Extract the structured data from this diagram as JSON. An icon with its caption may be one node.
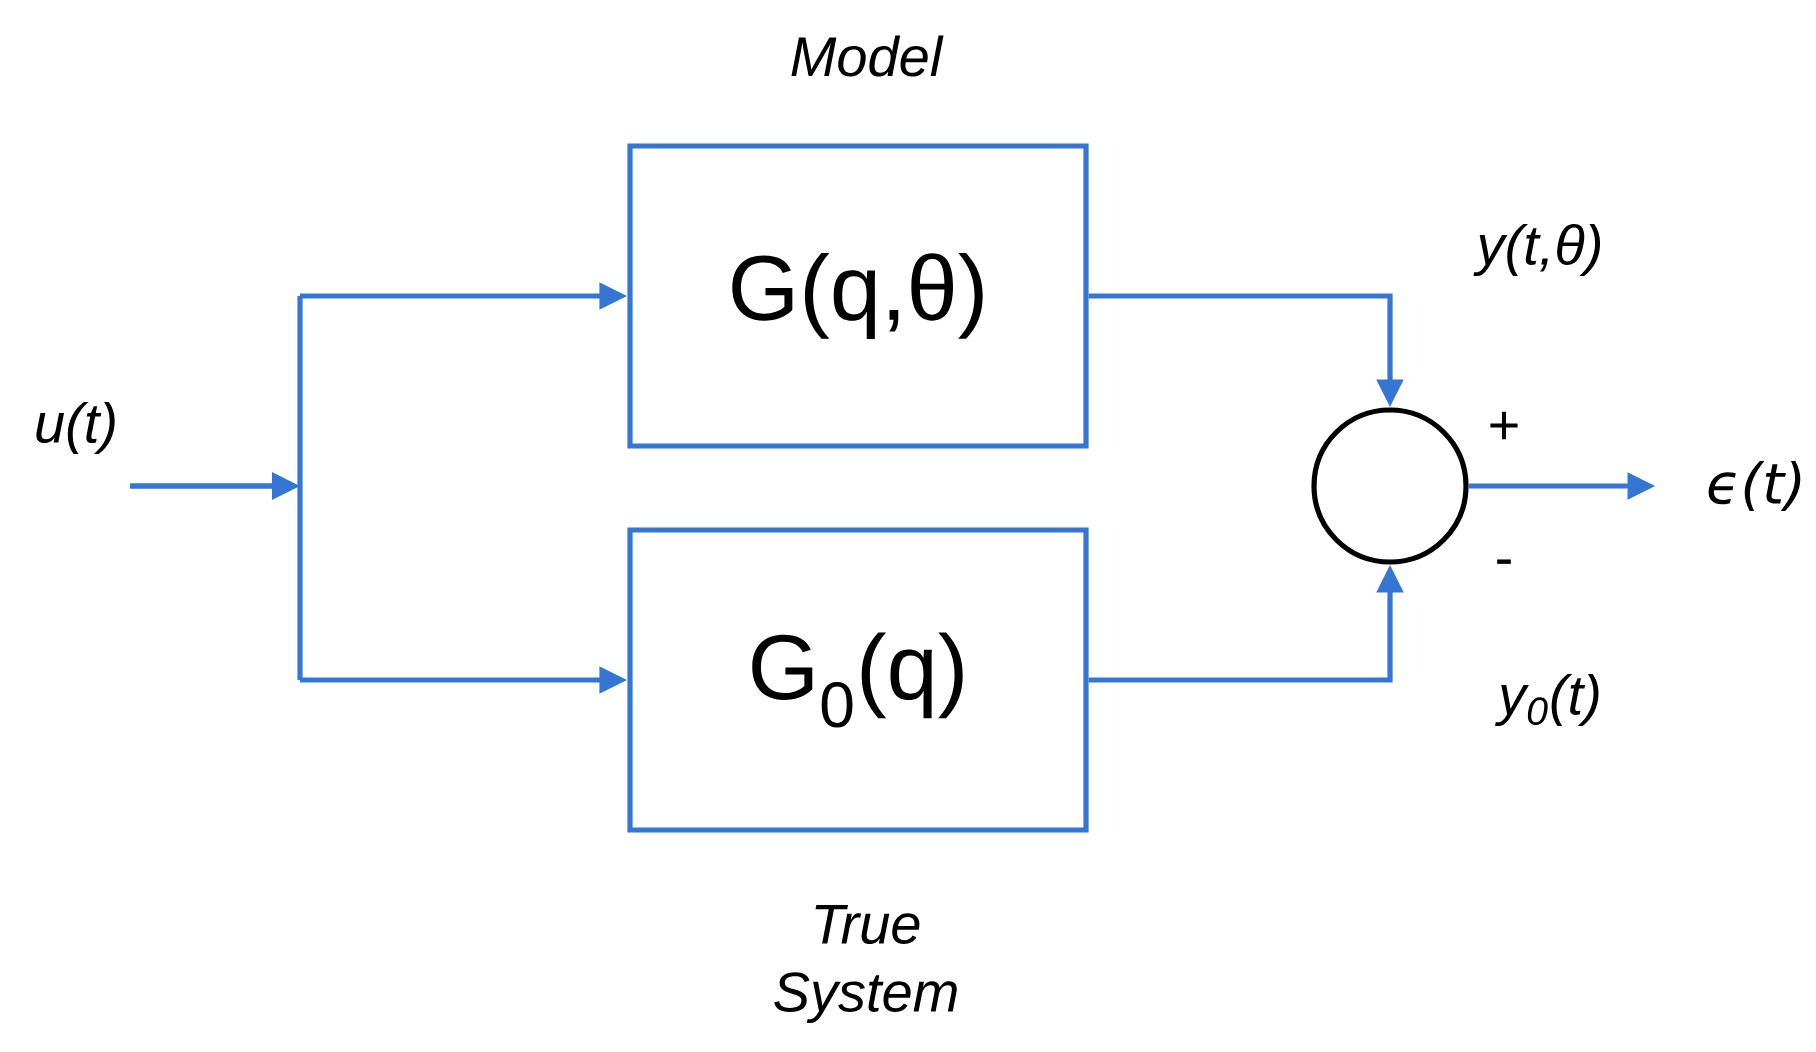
{
  "diagram": {
    "nodes": [
      {
        "text": [
          "G(q,θ)"
        ],
        "beside": [
          "Model"
        ]
      },
      {
        "text": [
          "G$_{0}$(q)"
        ],
        "beside": [
          "True System"
        ]
      },
      {
        "text": [],
        "shape": "circle"
      },
      {
        "text": [
          "ϵ(t)"
        ]
      }
    ],
    "edges": [
      {
        "from": null,
        "to": 0,
        "arrow": "to"
      },
      {
        "from": null,
        "to": 1,
        "arrow": "to"
      },
      {
        "from": 0,
        "to": 2,
        "arrow": "to",
        "label": "y(t,θ)"
      },
      {
        "from": 1,
        "to": 2,
        "arrow": "to",
        "label": "y$_{0}$(t)"
      },
      {
        "from": 2,
        "to": 3,
        "arrow": "to"
      }
    ],
    "labels": [
      "u(t)",
      "+",
      "-"
    ]
  }
}
